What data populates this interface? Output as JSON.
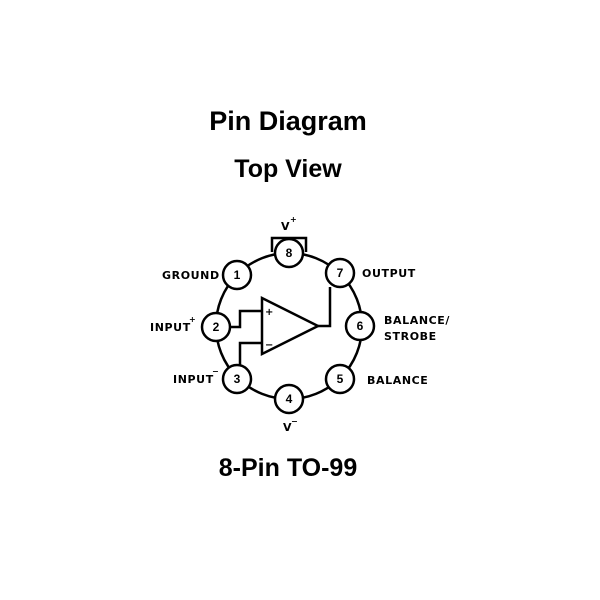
{
  "title": "Pin Diagram",
  "subtitle": "Top View",
  "package": "8-Pin TO-99",
  "opamp": {
    "plus": "+",
    "minus": "−"
  },
  "pins": [
    {
      "number": "1",
      "label": "GROUND",
      "sup": ""
    },
    {
      "number": "2",
      "label": "INPUT",
      "sup": "+"
    },
    {
      "number": "3",
      "label": "INPUT",
      "sup": "−"
    },
    {
      "number": "4",
      "label": "V",
      "sup": "−"
    },
    {
      "number": "5",
      "label": "BALANCE",
      "sup": ""
    },
    {
      "number": "6",
      "label": "BALANCE/",
      "label2": "STROBE",
      "sup": ""
    },
    {
      "number": "7",
      "label": "OUTPUT",
      "sup": ""
    },
    {
      "number": "8",
      "label": "V",
      "sup": "+"
    }
  ]
}
